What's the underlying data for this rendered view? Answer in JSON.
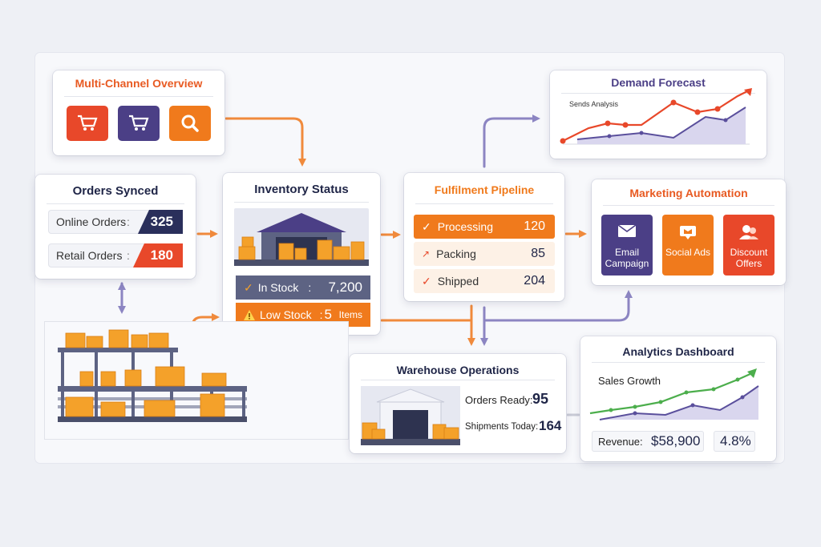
{
  "multi_channel": {
    "title": "Multi-Channel Overview",
    "icons": [
      "cart-icon",
      "cart-icon",
      "search-icon"
    ]
  },
  "demand_forecast": {
    "title": "Demand Forecast",
    "chart_label": "Sends Analysis"
  },
  "orders_synced": {
    "title": "Orders Synced",
    "rows": [
      {
        "label": "Online Orders",
        "value": "325",
        "color": "#2a2f5b"
      },
      {
        "label": "Retail Orders",
        "value": "180",
        "color": "#e8482a"
      }
    ]
  },
  "inventory": {
    "title": "Inventory Status",
    "in_stock": {
      "label": "In Stock",
      "value": "7,200"
    },
    "low_stock": {
      "label": "Low Stock",
      "value": "5",
      "unit": "Items"
    }
  },
  "fulfilment": {
    "title": "Fulfilment Pipeline",
    "rows": [
      {
        "label": "Processing",
        "value": "120"
      },
      {
        "label": "Packing",
        "value": "85"
      },
      {
        "label": "Shipped",
        "value": "204"
      }
    ]
  },
  "marketing": {
    "title": "Marketing Automation",
    "tiles": [
      {
        "label": "Email Campaign",
        "icon": "envelope-icon",
        "color": "#4b3f86"
      },
      {
        "label": "Social Ads",
        "icon": "megaphone-icon",
        "color": "#f07a1c"
      },
      {
        "label": "Discount Offers",
        "icon": "people-icon",
        "color": "#e8482a"
      }
    ]
  },
  "warehouse": {
    "title": "Warehouse Operations",
    "orders_ready": {
      "label": "Orders Ready:",
      "value": "95"
    },
    "shipments_today": {
      "label": "Shipments Today:",
      "value": "164"
    }
  },
  "analytics": {
    "title": "Analytics Dashboard",
    "chart_label": "Sales Growth",
    "revenue": {
      "label": "Revenue:",
      "value": "$58,900"
    },
    "percent": "4.8%"
  },
  "colors": {
    "orange": "#f07a1c",
    "red_orange": "#e8482a",
    "purple": "#4b3f86",
    "navy": "#1f2547",
    "lavender": "#8c85c2"
  }
}
